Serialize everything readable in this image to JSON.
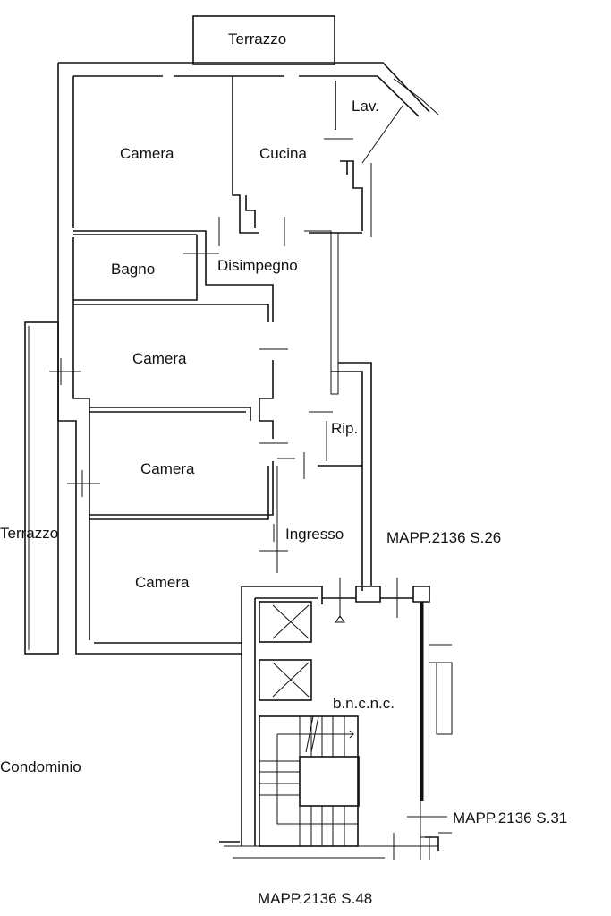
{
  "rooms": {
    "terrazzo_top": "Terrazzo",
    "lavanderia": "Lav.",
    "camera_1": "Camera",
    "cucina": "Cucina",
    "bagno": "Bagno",
    "disimpegno": "Disimpegno",
    "camera_2": "Camera",
    "ripostiglio": "Rip.",
    "camera_3": "Camera",
    "terrazzo_left": "Terrazzo",
    "ingresso": "Ingresso",
    "camera_4": "Camera",
    "bncnc": "b.n.c.n.c."
  },
  "neighbors": {
    "east": "MAPP.2136 S.26",
    "west": "Condominio",
    "southeast": "MAPP.2136 S.31",
    "south": "MAPP.2136 S.48"
  }
}
